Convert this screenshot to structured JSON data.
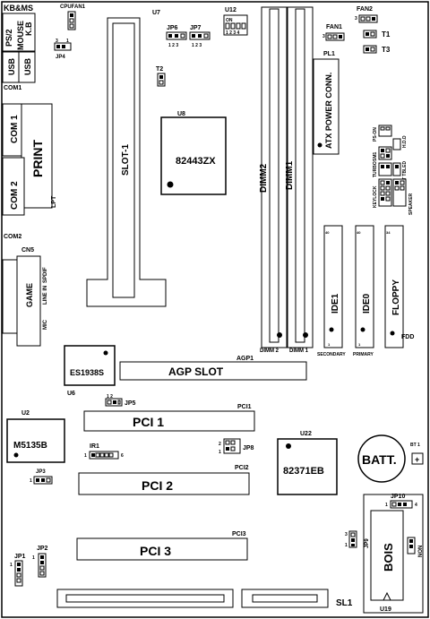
{
  "labels": {
    "kbms": "KB&MS",
    "ps2": "PS/2",
    "mouse": "MOUSE",
    "kb": "K.B",
    "cpufan": "CPUFAN1",
    "u7": "U7",
    "jp6": "JP6",
    "jp7": "JP7",
    "u12": "U12",
    "on": "ON",
    "fan2": "FAN2",
    "fan1": "FAN1",
    "t1": "T1",
    "t3": "T3",
    "pl1": "PL1",
    "jp4": "JP4",
    "usb1": "USB",
    "usb2": "USB",
    "t2": "T2",
    "com1_top": "COM1",
    "com1": "COM 1",
    "print": "PRINT",
    "com2": "COM 2",
    "lpt": "LPT",
    "com2_bottom": "COM2",
    "cn5": "CN5",
    "game": "GAME",
    "spdif": "SPDIF",
    "linein": "LINE IN",
    "mic": "MIC",
    "slot1": "SLOT-1",
    "u8": "U8",
    "chip82443": "82443ZX",
    "dimm2": "DIMM2",
    "dimm1": "DIMM1",
    "dimm2_b": "DIMM 2",
    "dimm1_b": "DIMM 1",
    "atx": "ATX POWER CONN.",
    "psl": "PS-ON",
    "sm1": "SM1",
    "hdd": "H.D.D",
    "turbo": "TURBO",
    "keylock": "KEYLOCK",
    "rstled": "RST TBLED",
    "speaker": "SPEAKER",
    "ide1": "IDE1",
    "ide0": "IDE0",
    "floppy": "FLOPPY",
    "fdd": "FDD",
    "secondary": "SECONDARY",
    "primary": "PRIMARY",
    "es1938s": "ES1938S",
    "u6": "U6",
    "agp1": "AGP1",
    "agpslot": "AGP SLOT",
    "jp5": "JP5",
    "u2": "U2",
    "pci1": "PCI1",
    "pci1_slot": "PCI 1",
    "m5135b": "M5135B",
    "ir1": "IR1",
    "jp8": "JP8",
    "u22": "U22",
    "chip82371": "82371EB",
    "batt": "BATT.",
    "bt1": "BT 1",
    "jp3": "JP3",
    "pci2": "PCI2",
    "pci2_slot": "PCI 2",
    "jp10": "JP10",
    "jp9": "JP9",
    "pci3": "PCI3",
    "pci3_slot": "PCI 3",
    "jp1": "JP1",
    "jp2": "JP2",
    "bois": "BOIS",
    "non": "NON",
    "sl1": "SL1",
    "u19": "U19"
  }
}
